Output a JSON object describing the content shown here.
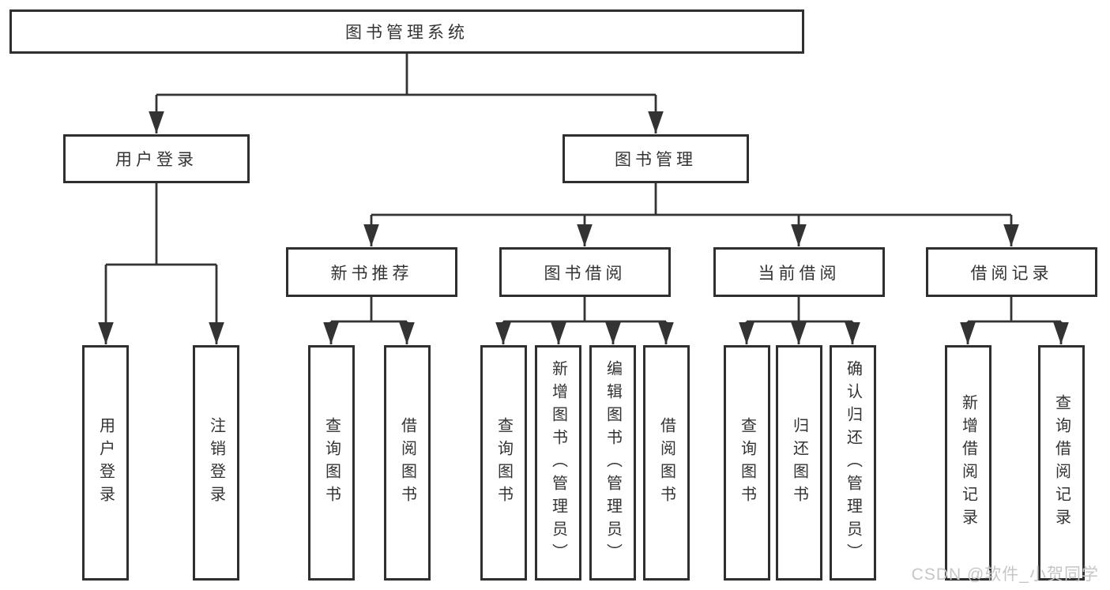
{
  "tree": {
    "label": "图书管理系统",
    "children": [
      {
        "label": "用户登录",
        "children": [
          {
            "label": "用户登录"
          },
          {
            "label": "注销登录"
          }
        ]
      },
      {
        "label": "图书管理",
        "children": [
          {
            "label": "新书推荐",
            "children": [
              {
                "label": "查询图书"
              },
              {
                "label": "借阅图书"
              }
            ]
          },
          {
            "label": "图书借阅",
            "children": [
              {
                "label": "查询图书"
              },
              {
                "label": "新增图书（管理员）"
              },
              {
                "label": "编辑图书（管理员）"
              },
              {
                "label": "借阅图书"
              }
            ]
          },
          {
            "label": "当前借阅",
            "children": [
              {
                "label": "查询图书"
              },
              {
                "label": "归还图书"
              },
              {
                "label": "确认归还（管理员）"
              }
            ]
          },
          {
            "label": "借阅记录",
            "children": [
              {
                "label": "新增借阅记录"
              },
              {
                "label": "查询借阅记录"
              }
            ]
          }
        ]
      }
    ]
  },
  "watermark": {
    "text": "CSDN @软件_小贺同学"
  },
  "colors": {
    "line": "#333333",
    "box_border": "#2f2f2f",
    "box_fill": "#ffffff",
    "text": "#333333",
    "watermark": "#c6c6c6",
    "background": "#ffffff"
  }
}
